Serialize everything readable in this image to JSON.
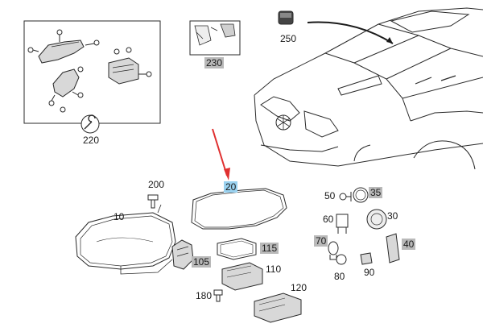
{
  "diagram": {
    "colors": {
      "line": "#2a2a2a",
      "thin": "#555555",
      "highlight_gray": "#b9b9b9",
      "highlight_blue": "#9ad2f0",
      "arrow_red": "#e03030",
      "part_fill": "#d8d8d8"
    },
    "callouts": {
      "p10": "10",
      "p20": "20",
      "p30": "30",
      "p35": "35",
      "p40": "40",
      "p50": "50",
      "p60": "60",
      "p70": "70",
      "p80": "80",
      "p90": "90",
      "p105": "105",
      "p110": "110",
      "p115": "115",
      "p120": "120",
      "p180": "180",
      "p200": "200",
      "p220": "220",
      "p230": "230",
      "p250": "250"
    },
    "icons": {
      "tool": "wrench-icon",
      "arrow": "red-arrow-icon"
    }
  }
}
